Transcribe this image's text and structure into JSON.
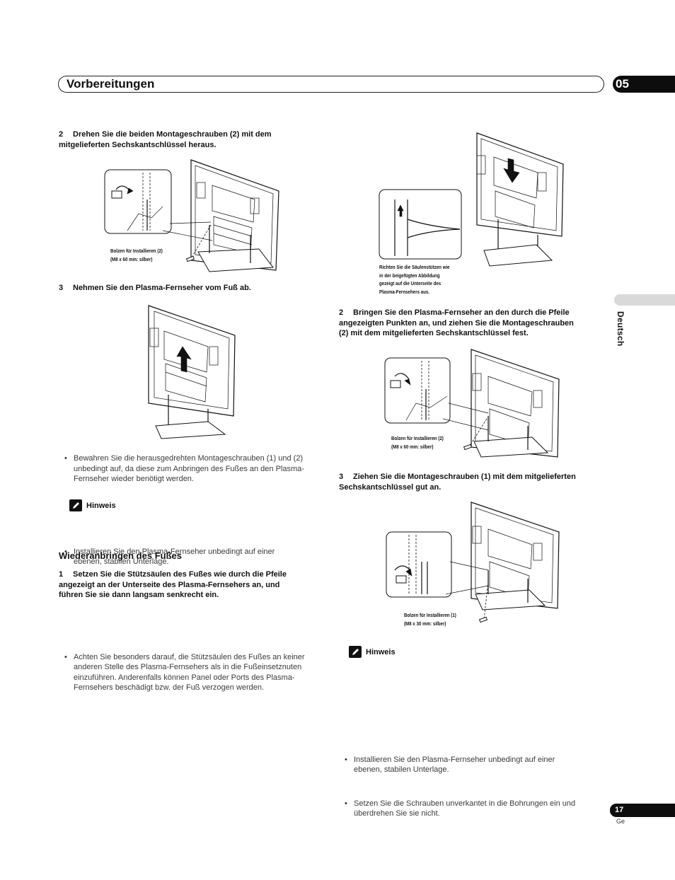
{
  "header": {
    "title": "Vorbereitungen",
    "chapter": "05"
  },
  "side_tab": {
    "language": "Deutsch"
  },
  "footer": {
    "page_number": "17",
    "lang_code": "Ge"
  },
  "left": {
    "step2": {
      "num": "2",
      "line1": "Drehen Sie die beiden Montageschrauben (2) mit dem",
      "line2": "mitgelieferten Sechskantschlüssel heraus."
    },
    "fig1_caption": {
      "line1": "Bolzen für Installieren (2)",
      "line2": "(M8 x 60 mm: silber)"
    },
    "step3": {
      "num": "3",
      "text": "Nehmen Sie den Plasma-Fernseher vom Fuß ab."
    },
    "bullet_keep": [
      "Bewahren Sie die herausgedrehten Montageschrauben (1) und (2)",
      "unbedingt auf, da diese zum Anbringen des Fußes an den Plasma-",
      "Fernseher wieder benötigt werden."
    ],
    "note": {
      "label": "Hinweis",
      "bullet": [
        "Installieren Sie den Plasma-Fernseher unbedingt auf einer",
        "ebenen, stabilen Unterlage."
      ]
    },
    "subheading": "Wiederanbringen des Fußes",
    "step1": {
      "num": "1",
      "line1": "Setzen Sie die Stützsäulen des Fußes wie durch die Pfeile",
      "line2": "angezeigt an der Unterseite des Plasma-Fernsehers an, und",
      "line3": "führen Sie sie dann langsam senkrecht ein."
    },
    "bullet_caution": [
      "Achten Sie besonders darauf, die Stützsäulen des Fußes an keiner",
      "anderen Stelle des Plasma-Fernsehers als in die Fußeinsetznuten",
      "einzuführen. Anderenfalls können Panel oder Ports des Plasma-",
      "Fernsehers beschädigt bzw. der Fuß verzogen werden."
    ]
  },
  "right": {
    "fig_align_caption": {
      "line1": "Richten Sie die Säulenstützen wie",
      "line2": "in der beigefügten Abbildung",
      "line3": "gezeigt auf die Unterseite des",
      "line4": "Plasma-Fernsehers aus."
    },
    "step2": {
      "num": "2",
      "line1": "Bringen Sie den Plasma-Fernseher an den durch die Pfeile",
      "line2": "angezeigten Punkten an, und ziehen Sie die Montageschrauben",
      "line3": "(2) mit dem mitgelieferten Sechskantschlüssel fest."
    },
    "fig2_caption": {
      "line1": "Bolzen für Installieren (2)",
      "line2": "(M8 x 60 mm: silber)"
    },
    "step3": {
      "num": "3",
      "line1": "Ziehen Sie die Montageschrauben (1) mit dem mitgelieferten",
      "line2": "Sechskantschlüssel gut an."
    },
    "fig3_caption": {
      "line1": "Bolzen für Installieren (1)",
      "line2": "(M8 x 30 mm: silber)"
    },
    "note": {
      "label": "Hinweis",
      "bullet1": [
        "Installieren Sie den Plasma-Fernseher unbedingt auf einer",
        "ebenen, stabilen Unterlage."
      ],
      "bullet2": [
        "Setzen Sie die Schrauben unverkantet in die Bohrungen ein und",
        "überdrehen Sie sie nicht."
      ]
    }
  }
}
